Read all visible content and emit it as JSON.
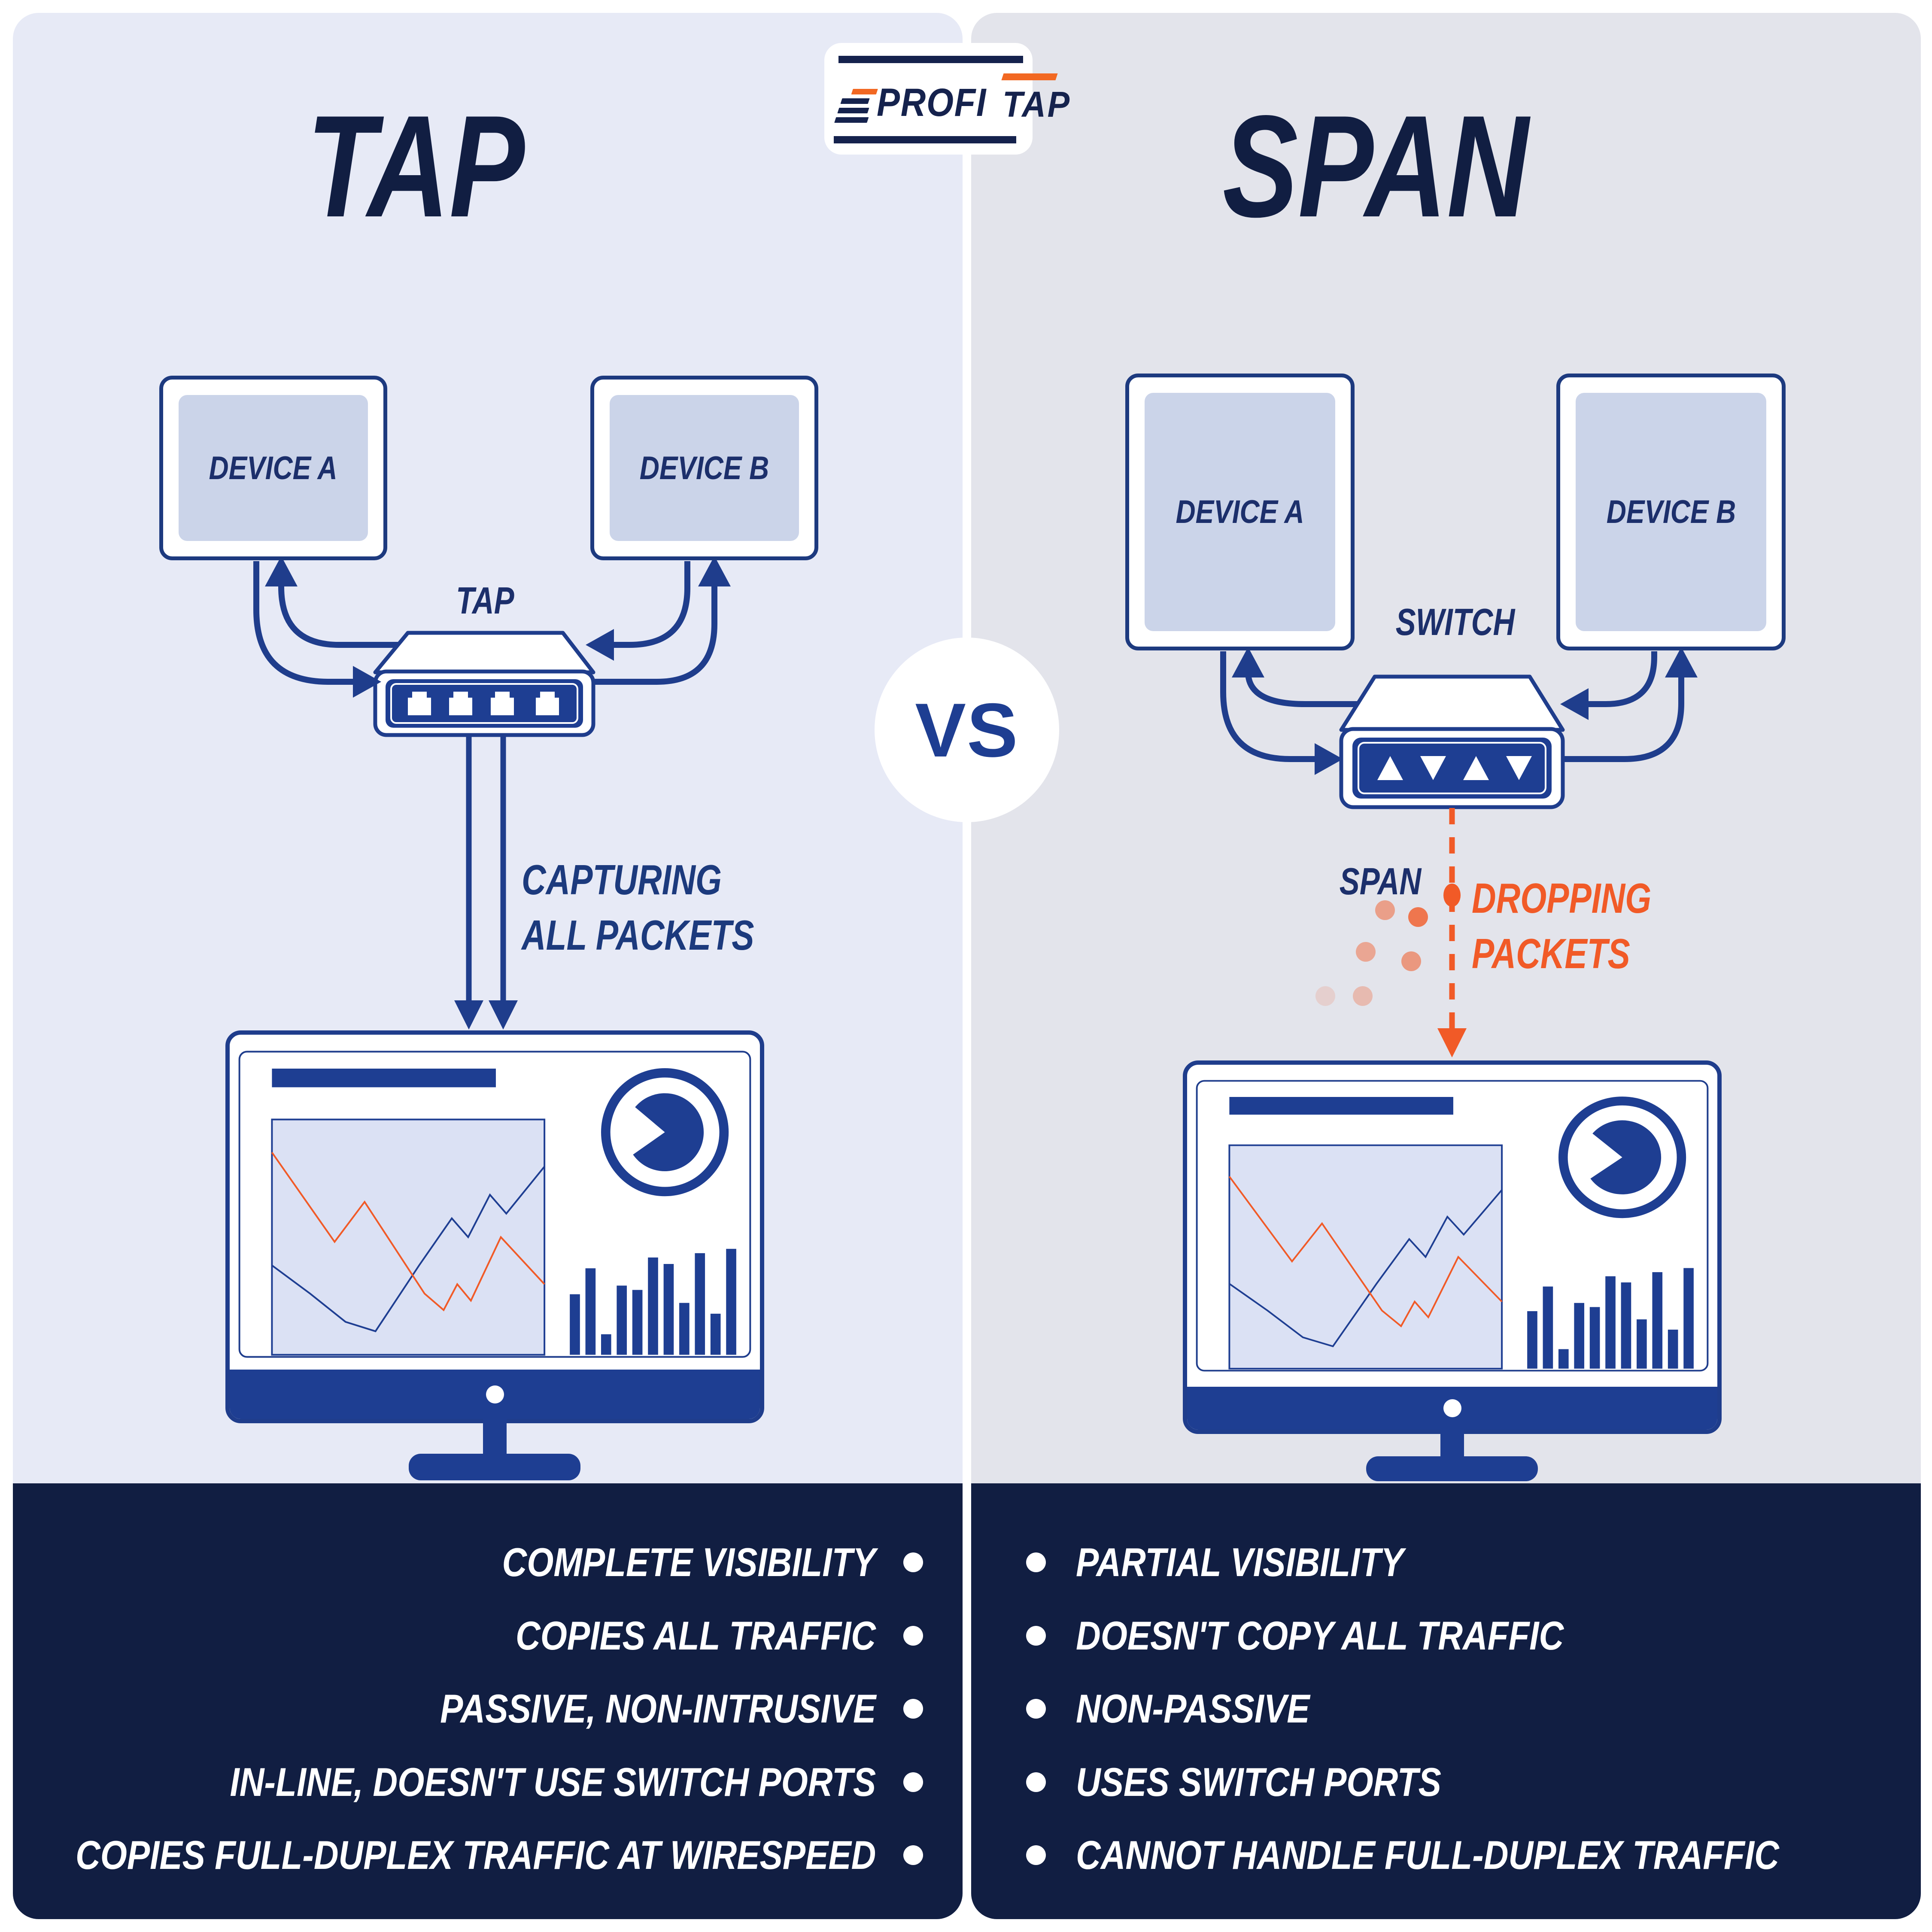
{
  "logo": {
    "profi": "PROFI",
    "tap": "TAP"
  },
  "vs": "VS",
  "tap_side": {
    "title": "TAP",
    "device_a": "DEVICE A",
    "device_b": "DEVICE B",
    "device_label": "TAP",
    "flow_line1": "CAPTURING",
    "flow_line2": "ALL PACKETS",
    "points": [
      "COMPLETE VISIBILITY",
      "COPIES ALL TRAFFIC",
      "PASSIVE, NON-INTRUSIVE",
      "IN-LINE, DOESN'T USE SWITCH PORTS",
      "COPIES FULL-DUPLEX TRAFFIC AT WIRESPEED"
    ]
  },
  "span_side": {
    "title": "SPAN",
    "device_a": "DEVICE A",
    "device_b": "DEVICE B",
    "device_label": "SWITCH",
    "port_label": "SPAN",
    "flow_line1": "DROPPING",
    "flow_line2": "PACKETS",
    "points": [
      "PARTIAL VISIBILITY",
      "DOESN'T COPY ALL TRAFFIC",
      "NON-PASSIVE",
      "USES SWITCH PORTS",
      "CANNOT HANDLE FULL-DUPLEX TRAFFIC"
    ]
  },
  "monitor": {
    "bars": [
      56,
      80,
      19,
      64,
      60,
      90,
      84,
      48,
      94,
      38,
      98
    ],
    "line_blue": [
      [
        0,
        62
      ],
      [
        14,
        74
      ],
      [
        27,
        86
      ],
      [
        38,
        90
      ],
      [
        54,
        62
      ],
      [
        66,
        42
      ],
      [
        72,
        50
      ],
      [
        80,
        32
      ],
      [
        86,
        40
      ],
      [
        100,
        20
      ]
    ],
    "line_orange": [
      [
        0,
        14
      ],
      [
        23,
        52
      ],
      [
        34,
        35
      ],
      [
        56,
        74
      ],
      [
        63,
        81
      ],
      [
        68,
        70
      ],
      [
        73,
        77
      ],
      [
        84,
        50
      ],
      [
        100,
        70
      ]
    ]
  },
  "colors": {
    "navy": "#111e42",
    "blue": "#1e3e92",
    "wire": "#1f3d8c",
    "orange": "#f15a27",
    "panel_left": "#e7eaf6",
    "panel_right": "#e3e4eb",
    "device_inner": "#cbd4e9",
    "chart_bg": "#dbe1f4"
  }
}
